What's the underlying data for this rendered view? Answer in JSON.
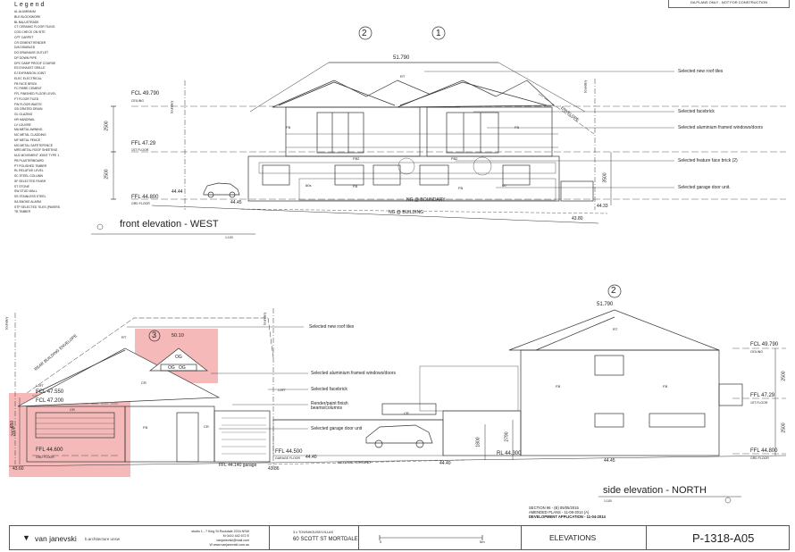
{
  "legend": {
    "title": "Legend",
    "items": [
      "AL  ALUMINIUM",
      "BLK BLOCKWORK",
      "BL  BALUSTRADE",
      "CT  CERAMIC FLOOR TILING",
      "COS CHECK ON SITE",
      "CPT CARPET",
      "CR  CEMENT RENDER",
      "D/A DISABLED",
      "DO  DRAINAGE OUTLET",
      "DP  DOWN PIPE",
      "DPC DAMP PROOF COURSE",
      "ES  EXHAUST GRILLE",
      "EJ  EXPANSION JOINT",
      "ELEC ELECTRICAL",
      "FB FACE BRICK",
      "FC  FIBRE CEMENT",
      "FFL FINISHED FLOOR LEVEL",
      "FT  FLOOR TILED",
      "FW FLOOR WASTE",
      "GD GRATED DRAIN",
      "GL  GLAZING",
      "HR  HANDRAIL",
      "LV  LOUVRE",
      "MA  METAL AWNING",
      "MC  METAL CLADDING",
      "MF  METAL FENCE",
      "MG METAL SAFETEFENCE",
      "MRS METAL ROOF SHEETING",
      "MJ1 MOVEMENT JOINT TYPE 1",
      "PB PLASTERBOARD",
      "PT  POLISHED TIMBER",
      "RL  RELATIVE LEVEL",
      "SC  STEEL COLUMN",
      "SF  SELECTED FINISH",
      "ST  STONE",
      "SW  STUD WALL",
      "SS  STAINLESS STEEL",
      "SA  SMOKE ALARM",
      "STP SELECTED TILES (PAVERS",
      "TB  TIMBER"
    ]
  },
  "draft_note": "DA PLANS ONLY - NOT FOR CONSTRUCTION",
  "front": {
    "title": "front elevation - WEST",
    "scale": "1:100",
    "ridge_level": "51.790",
    "circle_labels": [
      "2",
      "1"
    ],
    "levels": [
      {
        "name": "FCL 49.790",
        "sub": "CEILING"
      },
      {
        "name": "FFL 47.29",
        "sub": "1ST FLOOR"
      },
      {
        "name": "FFL 44.800",
        "sub": "GRD FLOOR"
      }
    ],
    "dims": [
      "2500",
      "2500",
      "3500"
    ],
    "spot_levels": [
      "44.44",
      "44.45",
      "44.33",
      "43.80"
    ],
    "boundary_labels": [
      "boundary",
      "boundary",
      "ENVELOPE",
      "NG @ BOUNDARY",
      "NG @ BUILDING"
    ],
    "tags": [
      "RT",
      "FB",
      "FB",
      "FB2",
      "FB2",
      "FB",
      "FB",
      "60s",
      "60"
    ],
    "callouts": [
      "Selected new roof tiles",
      "Selected facebrick",
      "Selected aluminium framed windows/doors",
      "Selected feature face brick (2)",
      "Selected garage door unit."
    ]
  },
  "side": {
    "title": "side elevation - NORTH",
    "scale": "1:100",
    "ridge_level": "51.790",
    "rear_ridge": "50.10",
    "circle_labels": [
      "2",
      "3"
    ],
    "levels": [
      {
        "name": "FCL 49.790",
        "sub": "CEILING"
      },
      {
        "name": "FFL 47.29",
        "sub": "1ST FLOOR"
      },
      {
        "name": "FFL 44.800",
        "sub": "GRD FLOOR"
      },
      {
        "name": "LOFT",
        "sub": ""
      },
      {
        "name": "FCL 47.550",
        "sub": "LOFT"
      },
      {
        "name": "FCL 47.200",
        "sub": ""
      },
      {
        "name": "FFL 44.600",
        "sub": "GRD FLOOR"
      },
      {
        "name": "FFL 44.500",
        "sub": "GARAGE FLOOR"
      },
      {
        "name": "FFL 44.140 garage",
        "sub": ""
      },
      {
        "name": "RL 44.300",
        "sub": ""
      },
      {
        "name": "LOFT",
        "sub": ""
      }
    ],
    "dims": [
      "850",
      "2800",
      "1800",
      "2790",
      "2500",
      "2500"
    ],
    "spot_levels": [
      "43.60",
      "43.86",
      "44.40",
      "44.40",
      "44.45"
    ],
    "boundary_labels": [
      "boundary",
      "boundary",
      "REAR BUILDING ENVELOPE",
      "NATURAL GROUND"
    ],
    "tags": [
      "RT",
      "CR",
      "CR",
      "CR",
      "FB",
      "CR",
      "RT",
      "FB",
      "FB",
      "OG",
      "OG",
      "OG"
    ],
    "callouts": [
      "Selected new roof tiles",
      "Selected aluminium framed windows/doors",
      "Selected facebrick",
      "Render/paint finish beams/columns",
      "Selected garage door unit"
    ]
  },
  "notes": {
    "section": "SECTION 96 - (B) 05/05/2015",
    "amended": "AMENDED PLANS - 11-08-2014  (A)",
    "development": "DEVELOPMENT APPLICATION - 11-04-2014"
  },
  "title_block": {
    "brand": "van janevski",
    "sub": "b.architecture unsw",
    "studio_lines": [
      "studio 1 - 7 King St Rockdale 2216 NSW",
      "M  0410 442 672   E  vanjanevski@mail.com",
      "W  www.vanjanevski.com.au"
    ],
    "project_type": "3 x TOWNHOUSE/VILLAS",
    "project_address": "60 SCOTT ST MORTDALE",
    "scale_zero": "0",
    "scale_five": "5m",
    "sheet_title": "ELEVATIONS",
    "sheet_number": "P-1318-A05"
  },
  "colors": {
    "highlight": "#f4a7a7",
    "line": "#333333"
  }
}
